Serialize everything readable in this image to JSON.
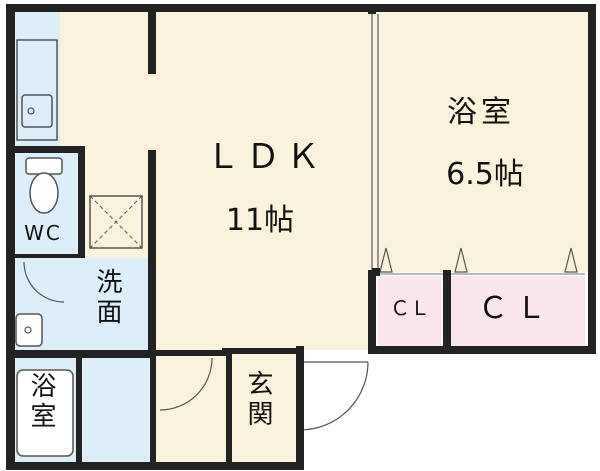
{
  "colors": {
    "wall": "#222222",
    "room_floor": "#fbf2dc",
    "wet_area": "#dbeefa",
    "closet": "#fbe6ee",
    "background": "#ffffff"
  },
  "rooms": {
    "ldk": {
      "name": "ＬＤＫ",
      "size": "11帖"
    },
    "bedroom": {
      "name": "浴室",
      "size": "6.5帖"
    },
    "closet_small": {
      "name": "ＣＬ"
    },
    "closet_large": {
      "name": "ＣＬ"
    },
    "wc": {
      "name": "WC"
    },
    "washroom": {
      "name": "洗面"
    },
    "bathroom": {
      "name": "浴室"
    },
    "entrance": {
      "name": "玄関"
    }
  }
}
